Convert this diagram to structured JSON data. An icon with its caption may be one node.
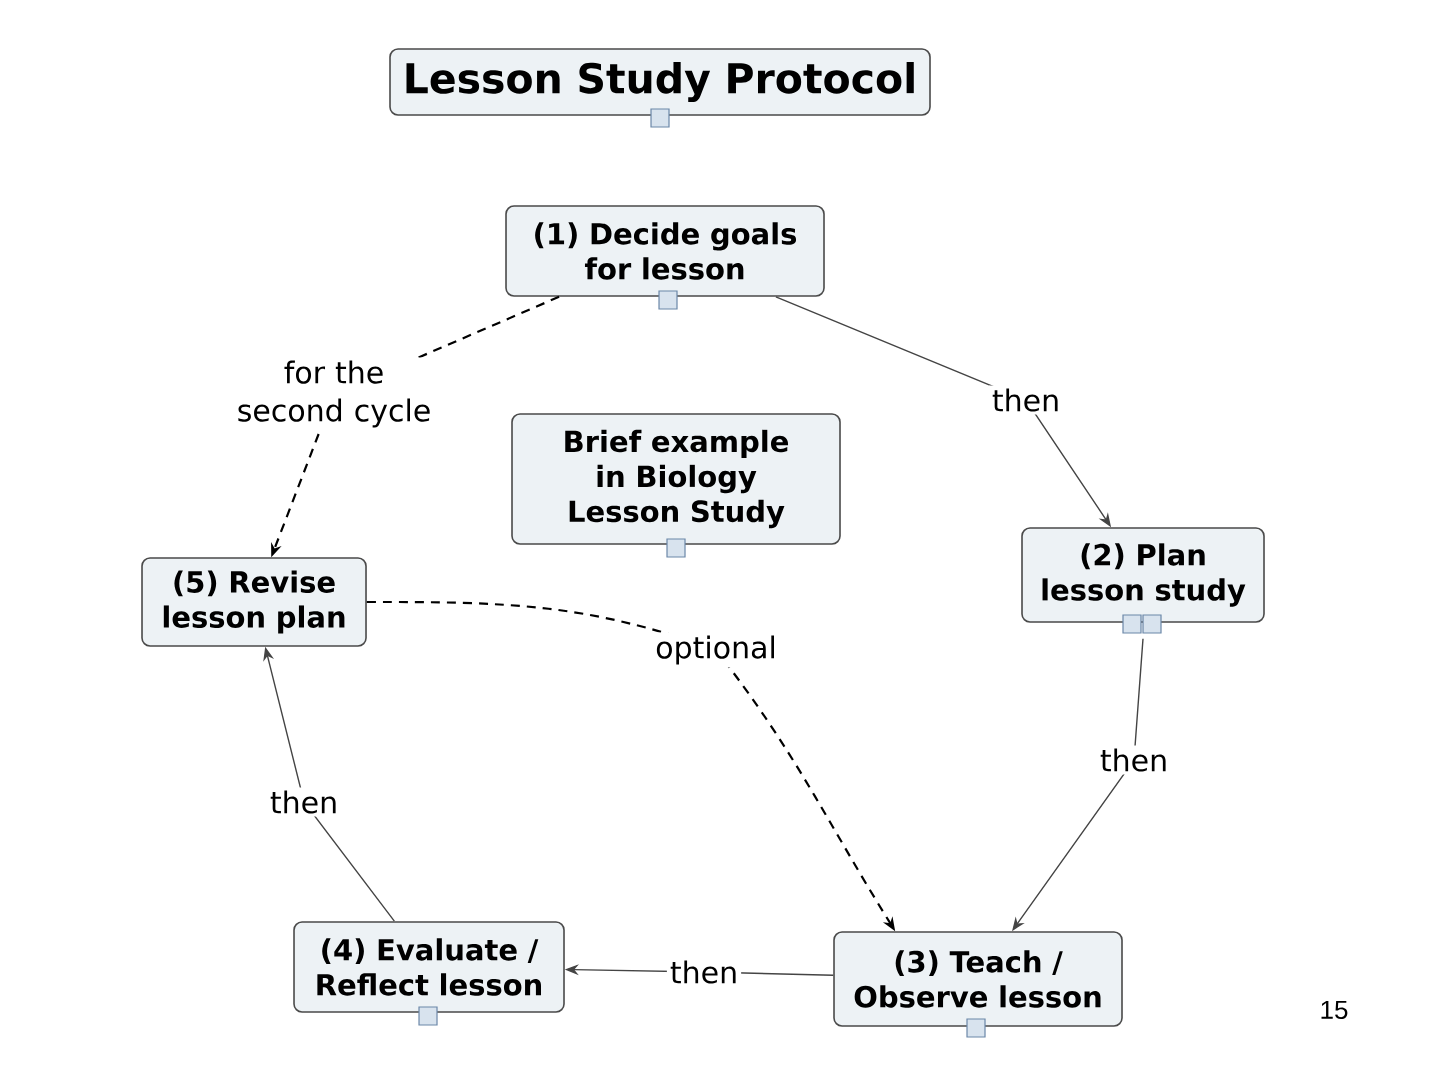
{
  "diagram": {
    "nodes": [
      {
        "text": [
          "Lesson Study Protocol"
        ]
      },
      {
        "text": [
          "(1) Decide goals for lesson"
        ]
      },
      {
        "text": [
          "Brief example in Biology Lesson Study"
        ]
      },
      {
        "text": [
          "(2) Plan lesson study"
        ]
      },
      {
        "text": [
          "(5) Revise lesson plan"
        ]
      },
      {
        "text": [
          "(4) Evaluate / Reflect lesson"
        ]
      },
      {
        "text": [
          "(3) Teach / Observe lesson"
        ]
      }
    ],
    "edges": [
      {
        "from": 1,
        "to": 3,
        "arrow": "to",
        "label": "then"
      },
      {
        "from": 3,
        "to": 6,
        "arrow": "to",
        "label": "then"
      },
      {
        "from": 6,
        "to": 5,
        "arrow": "to",
        "label": "then"
      },
      {
        "from": 5,
        "to": 4,
        "arrow": "to",
        "label": "then"
      },
      {
        "from": 1,
        "to": 4,
        "arrow": "to",
        "label": "for the second cycle",
        "style": "dashed"
      },
      {
        "from": 4,
        "to": 6,
        "arrow": "to",
        "label": "optional",
        "style": "dashed"
      }
    ],
    "labels": [
      "15"
    ]
  }
}
